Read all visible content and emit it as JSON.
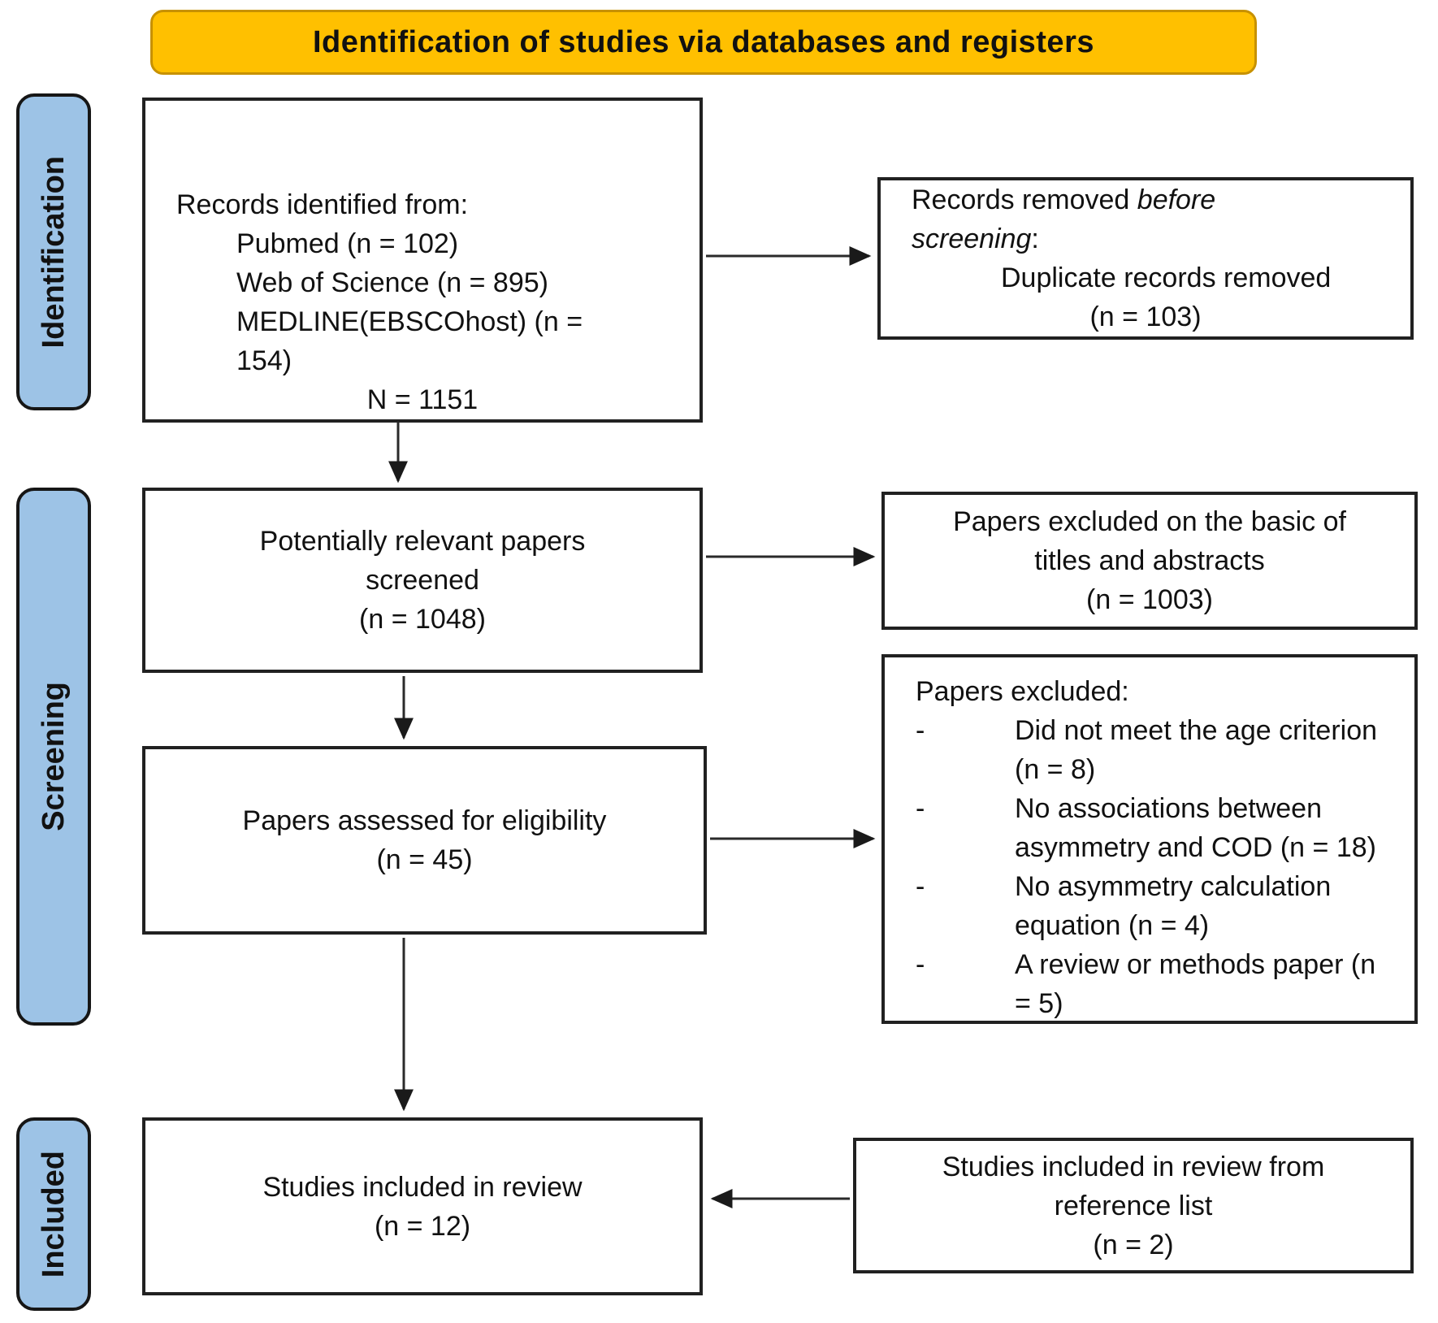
{
  "banner": {
    "title": "Identification of studies via databases and registers"
  },
  "sidebar": {
    "identification": "Identification",
    "screening": "Screening",
    "included": "Included"
  },
  "bullets": {
    "dash": "-"
  },
  "boxes": {
    "records_identified": {
      "intro": "Records identified from:",
      "sources": [
        "Pubmed (n = 102)",
        "Web of Science (n = 895)",
        "MEDLINE(EBSCOhost) (n = 154)"
      ],
      "total": "N = 1151"
    },
    "records_removed": {
      "intro_prefix": "Records removed ",
      "intro_italic1": "before",
      "intro_italic2": "screening",
      "intro_suffix": ":",
      "reason": "Duplicate records removed",
      "count": "(n = 103)"
    },
    "papers_screened": {
      "lines": [
        "Potentially relevant papers",
        "screened",
        "(n = 1048)"
      ]
    },
    "papers_excluded_titles": {
      "lines": [
        "Papers excluded on the basic of",
        "titles and abstracts",
        "(n = 1003)"
      ]
    },
    "papers_assessed": {
      "lines": [
        "Papers assessed for eligibility",
        "(n = 45)"
      ]
    },
    "papers_excluded_full": {
      "intro": "Papers excluded:",
      "reasons": [
        "Did not meet the age criterion (n = 8)",
        "No associations between asymmetry and COD (n = 18)",
        "No asymmetry calculation equation (n = 4)",
        "A review or methods paper (n = 5)"
      ]
    },
    "studies_included": {
      "lines": [
        "Studies included in review",
        "(n = 12)"
      ]
    },
    "studies_from_references": {
      "lines": [
        "Studies included in review from",
        "reference list",
        "(n = 2)"
      ]
    }
  },
  "colors": {
    "banner_fill": "#FFC000",
    "banner_border": "#C79100",
    "stage_fill": "#9DC3E6",
    "box_border": "#212121",
    "text": "#111111"
  }
}
